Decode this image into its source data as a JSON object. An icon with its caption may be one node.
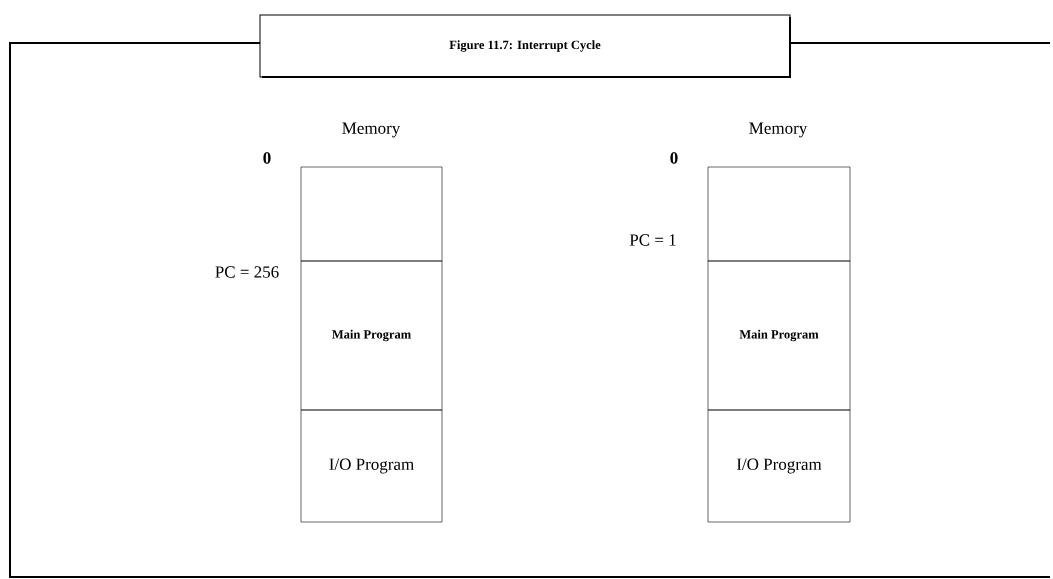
{
  "diagram": {
    "title": "Figure 11.7: Interrupt Cycle",
    "nodes": [
      {
        "text": [],
        "shape": "box"
      },
      {
        "text": [
          "Main Program"
        ]
      },
      {
        "text": [
          "I/O Program"
        ]
      },
      {
        "text": [],
        "shape": "box"
      },
      {
        "text": [
          "Main Program"
        ]
      },
      {
        "text": [
          "I/O Program"
        ]
      }
    ],
    "labels": [
      "Memory",
      "0",
      "PC = 256",
      "Memory",
      "0",
      "PC = 1"
    ]
  }
}
